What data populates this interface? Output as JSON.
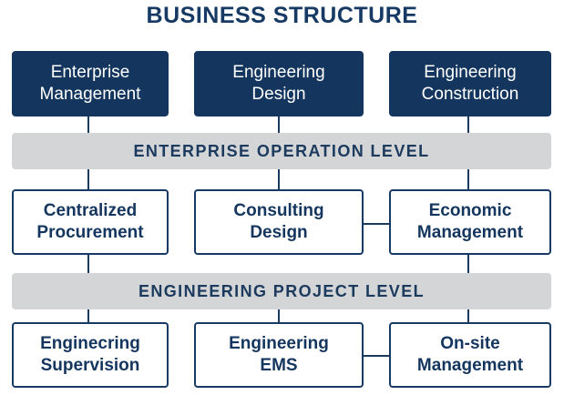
{
  "title": "BUSINESS STRUCTURE",
  "top_boxes": [
    {
      "line1": "Enterprise",
      "line2": "Management"
    },
    {
      "line1": "Engineering",
      "line2": "Design"
    },
    {
      "line1": "Engineering",
      "line2": "Construction"
    }
  ],
  "levels": {
    "operation": "ENTERPRISE OPERATION LEVEL",
    "project": "ENGINEERING PROJECT LEVEL"
  },
  "middle_boxes": [
    {
      "line1": "Centralized",
      "line2": "Procurement"
    },
    {
      "line1": "Consulting",
      "line2": "Design"
    },
    {
      "line1": "Economic",
      "line2": "Management"
    }
  ],
  "bottom_boxes": [
    {
      "line1": "Enginecring",
      "line2": "Supervision"
    },
    {
      "line1": "Engineering",
      "line2": "EMS"
    },
    {
      "line1": "On-site",
      "line2": "Management"
    }
  ],
  "colors": {
    "primary": "#14365e",
    "band": "#d4d5d7",
    "background": "#ffffff"
  }
}
